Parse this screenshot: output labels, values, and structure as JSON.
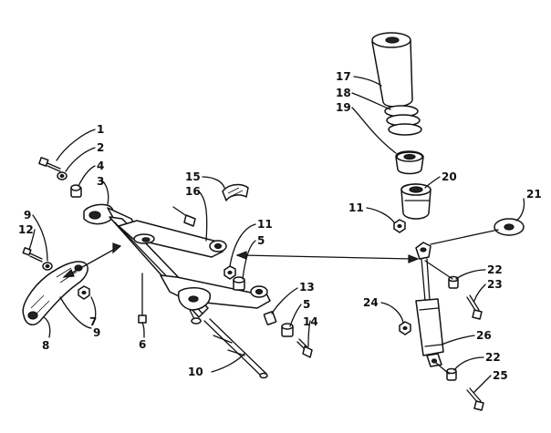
{
  "callouts": [
    {
      "id": "c1",
      "text": "1"
    },
    {
      "id": "c2",
      "text": "2"
    },
    {
      "id": "c4",
      "text": "4"
    },
    {
      "id": "c3",
      "text": "3"
    },
    {
      "id": "c15",
      "text": "15"
    },
    {
      "id": "c16",
      "text": "16"
    },
    {
      "id": "c9a",
      "text": "9"
    },
    {
      "id": "c12",
      "text": "12"
    },
    {
      "id": "c11a",
      "text": "11"
    },
    {
      "id": "c5a",
      "text": "5"
    },
    {
      "id": "c13",
      "text": "13"
    },
    {
      "id": "c5b",
      "text": "5"
    },
    {
      "id": "c14",
      "text": "14"
    },
    {
      "id": "c7",
      "text": "7"
    },
    {
      "id": "c8",
      "text": "8"
    },
    {
      "id": "c9b",
      "text": "9"
    },
    {
      "id": "c6",
      "text": "6"
    },
    {
      "id": "c10",
      "text": "10"
    },
    {
      "id": "c17",
      "text": "17"
    },
    {
      "id": "c18",
      "text": "18"
    },
    {
      "id": "c19",
      "text": "19"
    },
    {
      "id": "c20",
      "text": "20"
    },
    {
      "id": "c21",
      "text": "21"
    },
    {
      "id": "c11b",
      "text": "11"
    },
    {
      "id": "c22a",
      "text": "22"
    },
    {
      "id": "c23",
      "text": "23"
    },
    {
      "id": "c24",
      "text": "24"
    },
    {
      "id": "c26",
      "text": "26"
    },
    {
      "id": "c22b",
      "text": "22"
    },
    {
      "id": "c25",
      "text": "25"
    }
  ]
}
